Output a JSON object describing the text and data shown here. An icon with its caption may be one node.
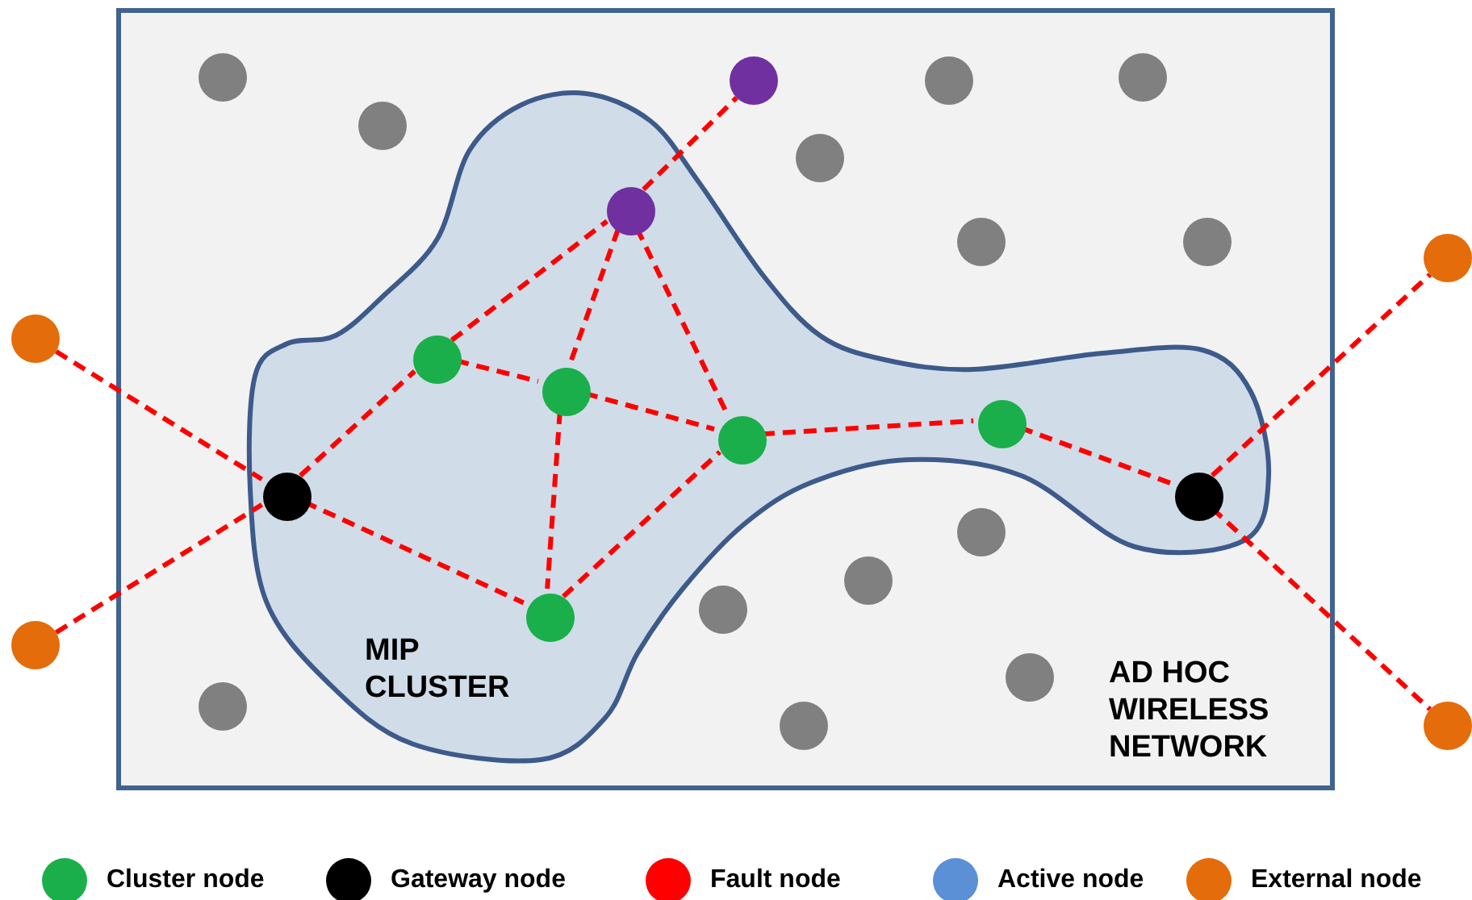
{
  "diagram": {
    "nodes": [
      {
        "text": [
          "AD HOC WIRELESS NETWORK"
        ]
      },
      {
        "text": [
          "MIP CLUSTER"
        ],
        "in": 0
      },
      {
        "text": [],
        "shape": "circle"
      },
      {
        "text": [],
        "shape": "circle"
      },
      {
        "text": [],
        "shape": "circle"
      },
      {
        "text": [],
        "shape": "circle"
      },
      {
        "text": [],
        "shape": "circle",
        "in": 1
      },
      {
        "text": [],
        "shape": "circle",
        "in": 1
      },
      {
        "text": [],
        "shape": "circle",
        "in": 1
      },
      {
        "text": [],
        "shape": "circle",
        "in": 1
      },
      {
        "text": [],
        "shape": "circle",
        "in": 1
      },
      {
        "text": [],
        "shape": "circle",
        "in": 1
      },
      {
        "text": [],
        "shape": "circle",
        "in": 1
      },
      {
        "text": [],
        "shape": "circle",
        "in": 1
      },
      {
        "text": [],
        "shape": "circle",
        "in": 0
      },
      {
        "text": [],
        "shape": "circle",
        "in": 0
      },
      {
        "text": [],
        "shape": "circle",
        "in": 0
      },
      {
        "text": [],
        "shape": "circle",
        "in": 0
      },
      {
        "text": [],
        "shape": "circle",
        "in": 0
      },
      {
        "text": [],
        "shape": "circle",
        "in": 0
      },
      {
        "text": [],
        "shape": "circle",
        "in": 0
      },
      {
        "text": [],
        "shape": "circle",
        "in": 0
      },
      {
        "text": [],
        "shape": "circle",
        "in": 0
      },
      {
        "text": [],
        "shape": "circle",
        "in": 0
      },
      {
        "text": [],
        "shape": "circle",
        "in": 0
      },
      {
        "text": [],
        "shape": "circle",
        "in": 0
      },
      {
        "text": [],
        "shape": "circle",
        "in": 0
      },
      {
        "text": [],
        "shape": "circle",
        "in": 0
      }
    ],
    "edges": [
      {
        "from": 2,
        "to": 6,
        "arrow": "none",
        "style": "dashed"
      },
      {
        "from": 3,
        "to": 6,
        "arrow": "none",
        "style": "dashed"
      },
      {
        "from": 6,
        "to": 8,
        "arrow": "none",
        "style": "dashed"
      },
      {
        "from": 6,
        "to": 10,
        "arrow": "none",
        "style": "dashed"
      },
      {
        "from": 8,
        "to": 13,
        "arrow": "none",
        "style": "dashed"
      },
      {
        "from": 8,
        "to": 9,
        "arrow": "none",
        "style": "dashed"
      },
      {
        "from": 13,
        "to": 14,
        "arrow": "none",
        "style": "dashed"
      },
      {
        "from": 13,
        "to": 9,
        "arrow": "none",
        "style": "dashed"
      },
      {
        "from": 13,
        "to": 11,
        "arrow": "none",
        "style": "dashed"
      },
      {
        "from": 9,
        "to": 11,
        "arrow": "none",
        "style": "dashed"
      },
      {
        "from": 9,
        "to": 10,
        "arrow": "none",
        "style": "dashed"
      },
      {
        "from": 10,
        "to": 11,
        "arrow": "none",
        "style": "dashed"
      },
      {
        "from": 11,
        "to": 12,
        "arrow": "none",
        "style": "dashed"
      },
      {
        "from": 12,
        "to": 7,
        "arrow": "none",
        "style": "dashed"
      },
      {
        "from": 7,
        "to": 4,
        "arrow": "none",
        "style": "dashed"
      },
      {
        "from": 7,
        "to": 5,
        "arrow": "none",
        "style": "dashed"
      }
    ],
    "legend": [
      {
        "text": "Cluster node",
        "color": "#1aaf4b"
      },
      {
        "text": "Gateway node",
        "color": "#000000"
      },
      {
        "text": "Fault node",
        "color": "#ff0000"
      },
      {
        "text": "Active node",
        "color": "#5b8fd6"
      },
      {
        "text": "External node",
        "color": "#e46c0a"
      }
    ]
  }
}
